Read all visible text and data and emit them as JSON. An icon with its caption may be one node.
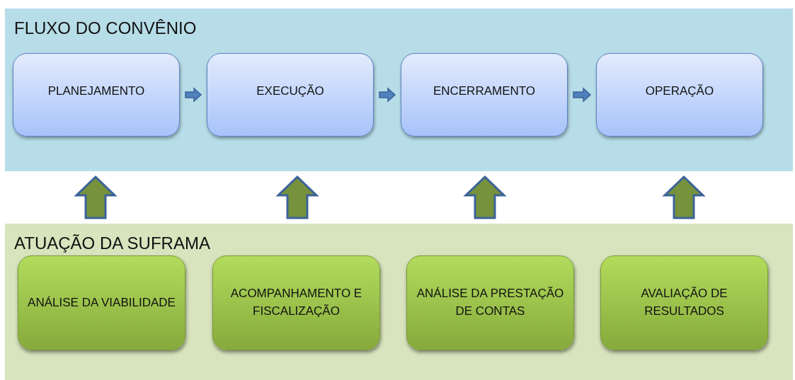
{
  "diagram": {
    "nodes": [
      {
        "text": [
          "FLUXO DO CONVÊNIO"
        ]
      },
      {
        "text": [
          "PLANEJAMENTO"
        ],
        "in": 0
      },
      {
        "text": [
          "EXECUÇÃO"
        ],
        "in": 0
      },
      {
        "text": [
          "ENCERRAMENTO"
        ],
        "in": 0
      },
      {
        "text": [
          "OPERAÇÃO"
        ],
        "in": 0
      },
      {
        "text": [
          "ATUAÇÃO DA SUFRAMA"
        ]
      },
      {
        "text": [
          "ANÁLISE DA VIABILIDADE"
        ],
        "in": 5
      },
      {
        "text": [
          "ACOMPANHAMENTO E FISCALIZAÇÃO"
        ],
        "in": 5
      },
      {
        "text": [
          "ANÁLISE DA PRESTAÇÃO DE CONTAS"
        ],
        "in": 5
      },
      {
        "text": [
          "AVALIAÇÃO DE RESULTADOS"
        ],
        "in": 5
      }
    ],
    "edges": [
      {
        "from": 1,
        "to": 2,
        "arrow": "to"
      },
      {
        "from": 2,
        "to": 3,
        "arrow": "to"
      },
      {
        "from": 3,
        "to": 4,
        "arrow": "to"
      },
      {
        "from": 5,
        "to": 0,
        "arrow": "to"
      },
      {
        "from": 5,
        "to": 0,
        "arrow": "to"
      },
      {
        "from": 5,
        "to": 0,
        "arrow": "to"
      },
      {
        "from": 5,
        "to": 0,
        "arrow": "to"
      }
    ]
  }
}
